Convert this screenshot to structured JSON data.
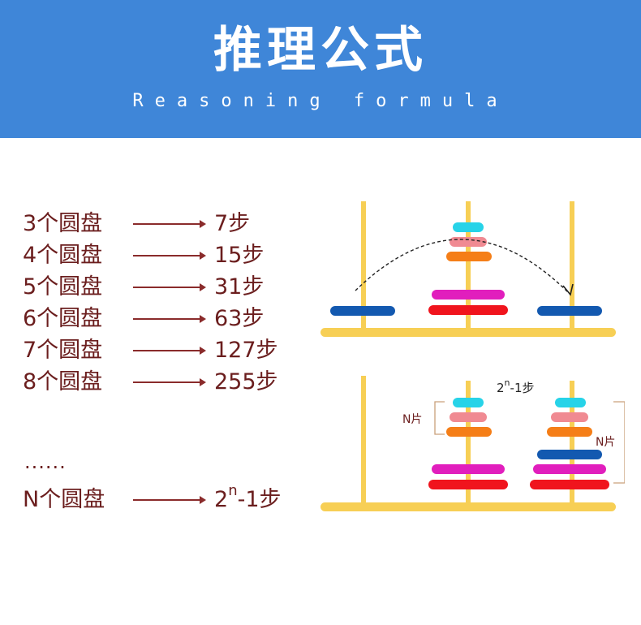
{
  "header": {
    "title": "推理公式",
    "subtitle": "Reasoning formula"
  },
  "rules": [
    {
      "disks": "3个圆盘",
      "steps": "7步"
    },
    {
      "disks": "4个圆盘",
      "steps": "15步"
    },
    {
      "disks": "5个圆盘",
      "steps": "31步"
    },
    {
      "disks": "6个圆盘",
      "steps": "63步"
    },
    {
      "disks": "7个圆盘",
      "steps": "127步"
    },
    {
      "disks": "8个圆盘",
      "steps": "255步"
    }
  ],
  "ellipsis": "......",
  "general": {
    "disks": "N个圆盘",
    "base": "2",
    "exp": "n",
    "rest": "-1步"
  },
  "diagram": {
    "label_steps_base": "2",
    "label_steps_exp": "n",
    "label_steps_rest": "-1步",
    "label_n_left": "N片",
    "label_n_right": "N片"
  },
  "colors": {
    "header_bg": "#3f86d8",
    "text": "#6b1e1e",
    "peg": "#f7cf55",
    "disk_cyan": "#27d3e8",
    "disk_pink": "#f08a92",
    "disk_orange": "#f57e17",
    "disk_magenta": "#e11ebd",
    "disk_red": "#f0141d",
    "disk_blue": "#1359b0"
  }
}
